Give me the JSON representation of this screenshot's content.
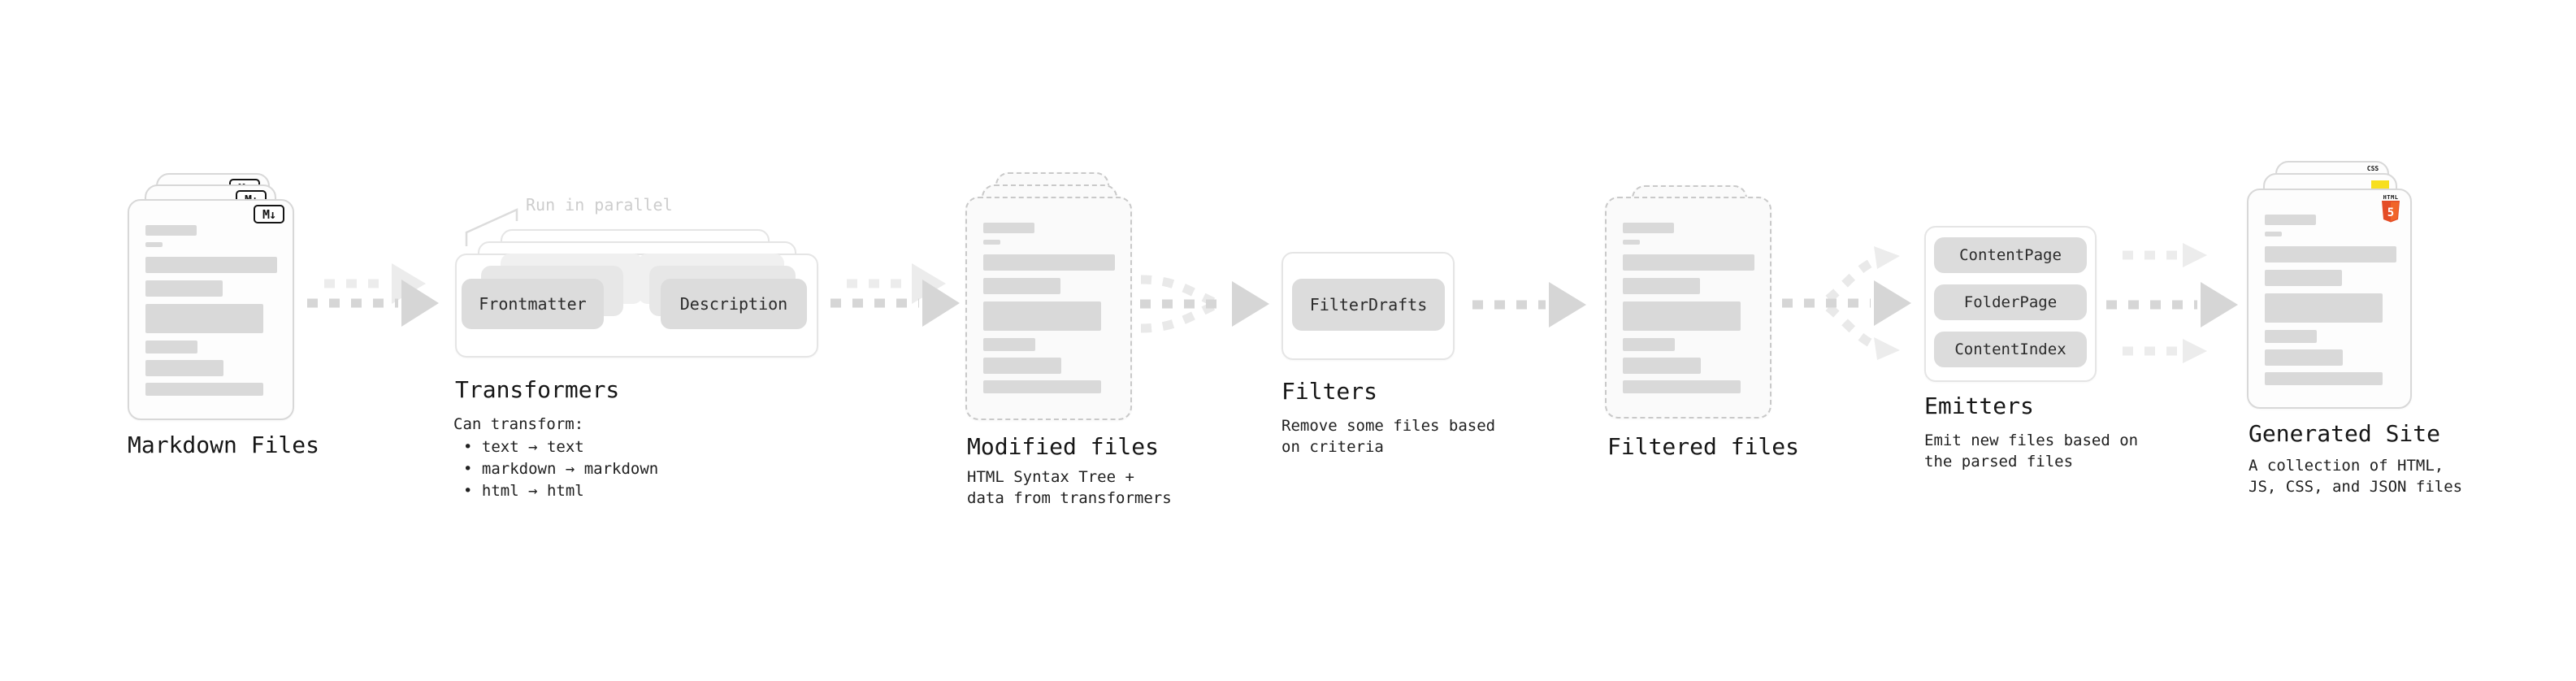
{
  "stages": {
    "markdown_files": {
      "title": "Markdown Files",
      "badge_label": "M↓"
    },
    "transformers": {
      "title": "Transformers",
      "callout_label": "Run in parallel",
      "pills": [
        "Frontmatter",
        "Description"
      ],
      "description": "Can transform:",
      "bullets": [
        "• text → text",
        "• markdown → markdown",
        "• html → html"
      ]
    },
    "modified_files": {
      "title": "Modified files",
      "description": "HTML Syntax Tree +\ndata from transformers"
    },
    "filters": {
      "title": "Filters",
      "pills": [
        "FilterDrafts"
      ],
      "description": "Remove some files based\non criteria"
    },
    "filtered_files": {
      "title": "Filtered files"
    },
    "emitters": {
      "title": "Emitters",
      "pills": [
        "ContentPage",
        "FolderPage",
        "ContentIndex"
      ],
      "description": "Emit new files based on\nthe parsed files"
    },
    "generated_site": {
      "title": "Generated Site",
      "description": "A collection of HTML,\nJS, CSS, and JSON files",
      "css_badge_label": "CSS",
      "html5_badge_label": "HTML",
      "html5_badge_number": "5"
    }
  },
  "colors": {
    "arrow_gray": "#d6d6d6",
    "arrow_light_gray": "#ececec",
    "doc_bar_gray": "#d9d9d9",
    "pill_gray": "#dcdcdc",
    "html5_orange": "#e44d26",
    "js_yellow": "#f7df1e",
    "css_blue": "#2965f1"
  }
}
